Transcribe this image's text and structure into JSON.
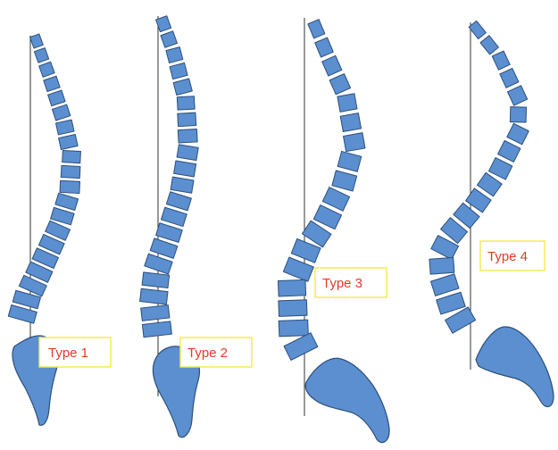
{
  "colors": {
    "vertebra_fill": "#5b8fd0",
    "outline": "#2c4f7c",
    "label_text": "#e23a2a",
    "label_border": "#f2ea4a",
    "plumb_line": "#333333"
  },
  "types": [
    {
      "label": "Type 1"
    },
    {
      "label": "Type 2"
    },
    {
      "label": "Type 3"
    },
    {
      "label": "Type 4"
    }
  ]
}
